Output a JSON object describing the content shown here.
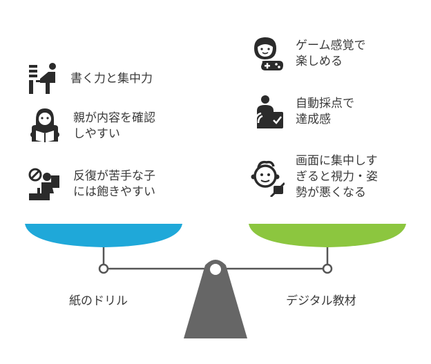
{
  "left": {
    "title": "紙のドリル",
    "color": "#1fa8d9",
    "items": [
      {
        "icon": "writing-at-desk-icon",
        "lines": [
          "書く力と集中力"
        ]
      },
      {
        "icon": "parent-reading-icon",
        "lines": [
          "親が内容を確認",
          "しやすい"
        ]
      },
      {
        "icon": "bored-child-icon",
        "lines": [
          "反復が苦手な子",
          "には飽きやすい"
        ]
      }
    ]
  },
  "right": {
    "title": "デジタル教材",
    "color": "#8cc63f",
    "items": [
      {
        "icon": "gamer-face-icon",
        "lines": [
          "ゲーム感覚で",
          "楽しめる"
        ]
      },
      {
        "icon": "auto-grading-icon",
        "lines": [
          "自動採点で",
          "達成感"
        ]
      },
      {
        "icon": "eye-strain-child-icon",
        "lines": [
          "画面に集中しす",
          "ぎると視力・姿",
          "勢が悪くなる"
        ]
      }
    ]
  },
  "colors": {
    "icon": "#2b2b2b",
    "beam": "#555555",
    "stand": "#666666"
  }
}
